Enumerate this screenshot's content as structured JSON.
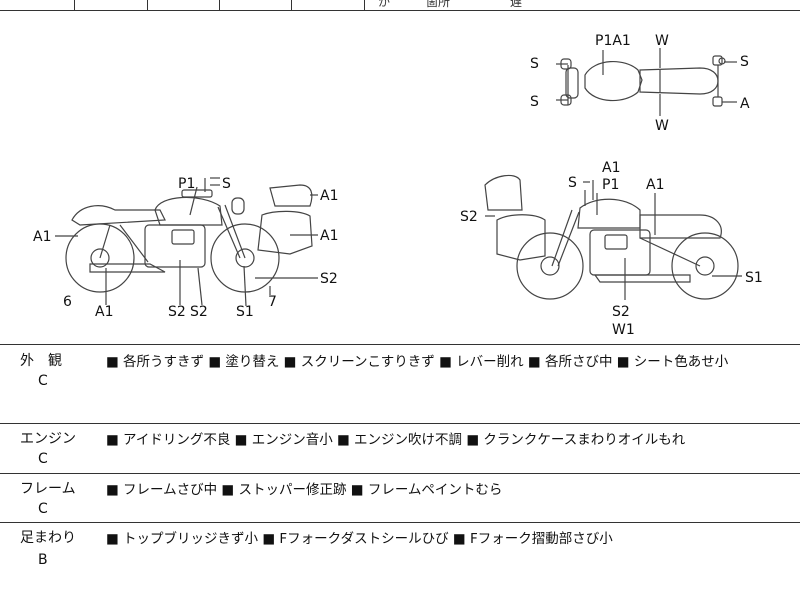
{
  "header_strip": {
    "partial_text": "か　　　箇所　　　　　遅"
  },
  "diagram": {
    "top_view": {
      "labels": [
        "P1A1",
        "W",
        "S",
        "S",
        "S",
        "A",
        "W"
      ]
    },
    "left_side": {
      "labels": [
        "P1",
        "S",
        "A1",
        "A1",
        "A1",
        "6",
        "A1",
        "S2",
        "S2",
        "S1",
        "7",
        "S2"
      ]
    },
    "right_side": {
      "labels": [
        "A1",
        "S",
        "P1",
        "A1",
        "S2",
        "S1",
        "S2",
        "W1"
      ]
    }
  },
  "conditions": [
    {
      "category": "外　観",
      "grade": "C",
      "items": "■ 各所うすきず ■ 塗り替え ■ スクリーンこすりきず ■ レバー削れ ■ 各所さび中 ■ シート色あせ小"
    },
    {
      "category": "エンジン",
      "grade": "C",
      "items": "■ アイドリング不良 ■ エンジン音小 ■ エンジン吹け不調 ■ クランクケースまわりオイルもれ"
    },
    {
      "category": "フレーム",
      "grade": "C",
      "items": "■ フレームさび中 ■ ストッパー修正跡 ■ フレームペイントむら"
    },
    {
      "category": "足まわり",
      "grade": "B",
      "items": "■ トップブリッジきず小 ■ Fフォークダストシールひび ■ Fフォーク摺動部さび小"
    }
  ]
}
